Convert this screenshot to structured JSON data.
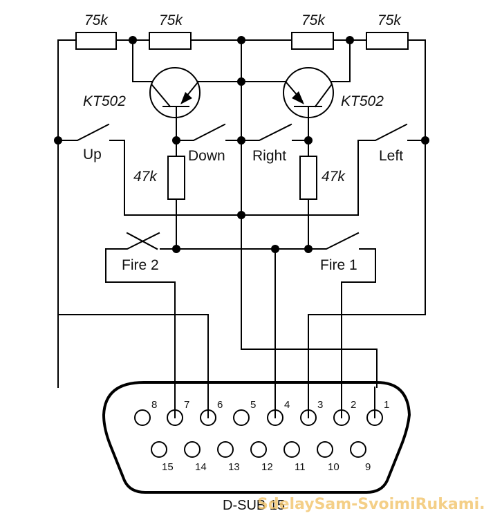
{
  "diagram": {
    "type": "circuit-schematic",
    "resistors": {
      "top_1": "75k",
      "top_2": "75k",
      "top_3": "75k",
      "top_4": "75k",
      "emitter_left": "47k",
      "emitter_right": "47k"
    },
    "transistors": {
      "left": "KT502",
      "right": "KT502"
    },
    "switches": {
      "up": "Up",
      "down": "Down",
      "right": "Right",
      "left": "Left",
      "fire1": "Fire 1",
      "fire2": "Fire 2"
    },
    "connector": {
      "name": "D-SUB 15",
      "top_row_pins": [
        "8",
        "7",
        "6",
        "5",
        "4",
        "3",
        "2",
        "1"
      ],
      "bottom_row_pins": [
        "15",
        "14",
        "13",
        "12",
        "11",
        "10",
        "9"
      ],
      "connected_pins": [
        "7",
        "6",
        "4",
        "3",
        "2",
        "1"
      ]
    },
    "watermark": "SdelaySam-SvoimiRukami.ru"
  }
}
